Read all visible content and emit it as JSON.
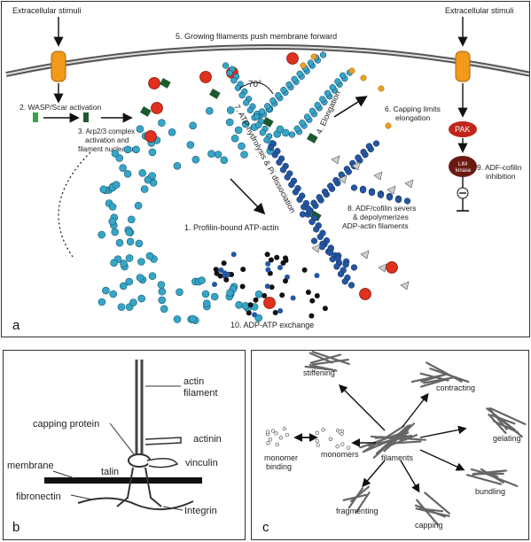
{
  "panel_a": {
    "panel_label": "a",
    "extracellular_left": "Extracellular stimuli",
    "extracellular_right": "Extracellular stimuli",
    "step5": "5. Growing filaments push membrane forward",
    "step2": "2. WASP/Scar activation",
    "step3_line1": "3. Arp2/3 complex",
    "step3_line2": "activation and",
    "step3_line3": "filament nucleation",
    "angle": "70°",
    "step7": "7. ATP hydrolysis & Pi dissociation",
    "step4": "4. Elongation",
    "step6_line1": "6. Capping limits",
    "step6_line2": "elongation",
    "step1": "1. Profilin-bound ATP-actin",
    "step8_line1": "8. ADF/cofilin severs",
    "step8_line2": "& depolymerizes",
    "step8_line3": "ADP-actin filaments",
    "step10": "10. ADP-ATP exchange",
    "pak": "PAK",
    "lim_line1": "LIM",
    "lim_line2": "kinase",
    "step9_line1": "9. ADF-cofilin",
    "step9_line2": "inhibition",
    "colors": {
      "atp_actin": "#36a6c8",
      "adp_actin": "#2456a4",
      "arp23": "#1d5a2e",
      "cofilin": "#e0301e",
      "capping": "#f0a020",
      "receptor": "#f39a1b"
    }
  },
  "panel_b": {
    "panel_label": "b",
    "actin_filament_line1": "actin",
    "actin_filament_line2": "filament",
    "capping_protein": "capping protein",
    "actinin": "actinin",
    "membrane": "membrane",
    "talin": "talin",
    "vinculin": "vinculin",
    "fibronectin": "fibronectin",
    "integrin": "Integrin"
  },
  "panel_c": {
    "panel_label": "c",
    "stiffening": "stiffening",
    "contracting": "contracting",
    "gelating": "gelating",
    "monomer_binding_line1": "monomer",
    "monomer_binding_line2": "binding",
    "monomers": "monomers",
    "filaments": "filaments",
    "bundling": "bundling",
    "fragmenting": "fragmenting",
    "capping": "capping"
  }
}
